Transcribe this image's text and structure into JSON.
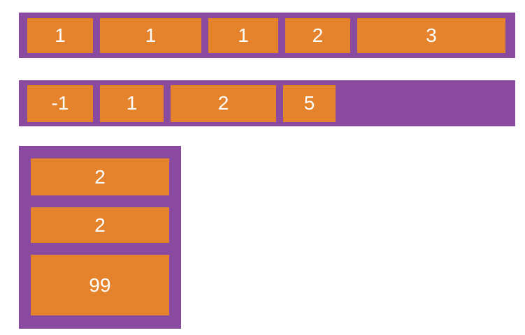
{
  "colors": {
    "container_purple": "#8a4aa0",
    "item_orange": "#e5832d",
    "label_white": "#ffffff",
    "page_background": "#ffffff"
  },
  "diagram": {
    "description": "flexbox-demo-diagram",
    "containers": [
      {
        "name": "row-container-1",
        "direction": "row",
        "items": [
          {
            "label": "1"
          },
          {
            "label": "1"
          },
          {
            "label": "1"
          },
          {
            "label": "2"
          },
          {
            "label": "3"
          }
        ]
      },
      {
        "name": "row-container-2",
        "direction": "row",
        "items": [
          {
            "label": "-1"
          },
          {
            "label": "1"
          },
          {
            "label": "2"
          },
          {
            "label": "5"
          }
        ]
      },
      {
        "name": "column-container",
        "direction": "column",
        "items": [
          {
            "label": "2"
          },
          {
            "label": "2"
          },
          {
            "label": "99"
          }
        ]
      }
    ]
  }
}
